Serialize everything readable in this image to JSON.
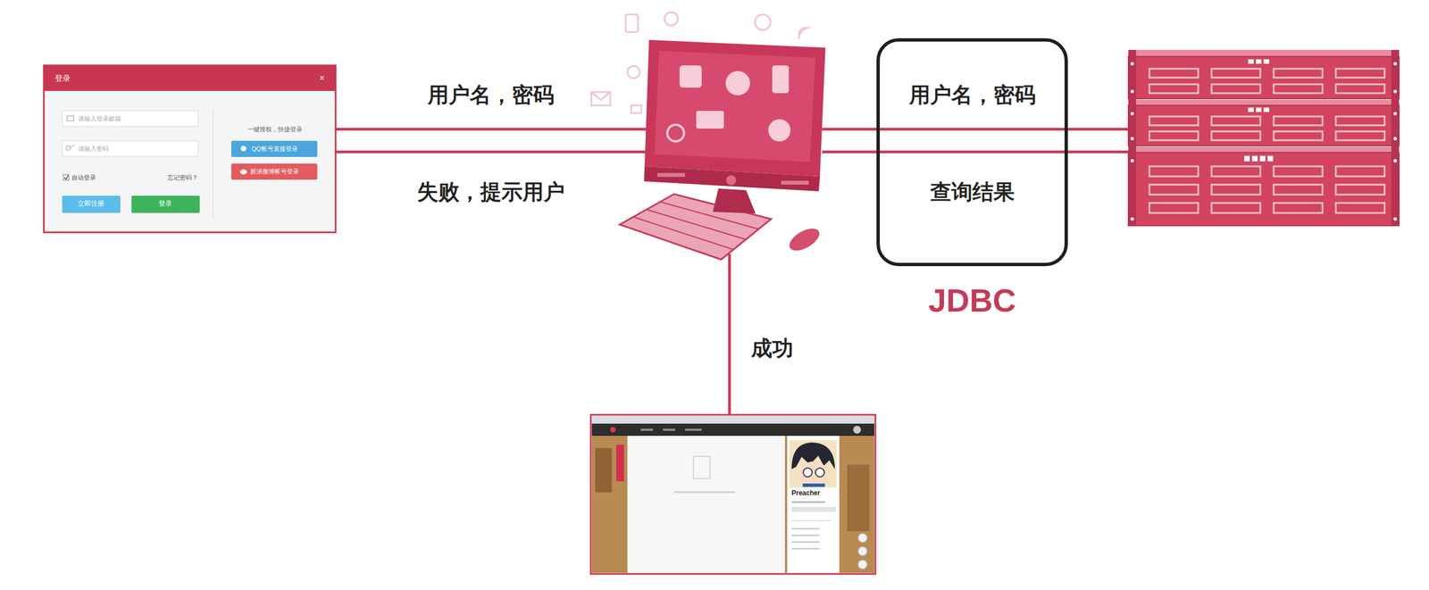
{
  "diagram": {
    "nodes": [
      {
        "text": [
          "登录",
          "×",
          "请输入登录邮箱",
          "请输入密码",
          "自动登录",
          "忘记密码？",
          "一键授权，快捷登录",
          "QQ帐号直接登录",
          "新浪微博帐号登录",
          "立即注册",
          "登录"
        ]
      },
      {
        "text": []
      },
      {
        "text": [
          "用户名，密码",
          "查询结果",
          "JDBC"
        ]
      },
      {
        "text": []
      },
      {
        "text": [
          "Preacher"
        ]
      }
    ],
    "edges": [
      {
        "from": 0,
        "to": 1,
        "label": "用户名，密码",
        "arrow": "none"
      },
      {
        "from": 1,
        "to": 0,
        "label": "失败，提示用户",
        "arrow": "none"
      },
      {
        "from": 1,
        "to": 3,
        "arrow": "none"
      },
      {
        "from": 1,
        "to": 3,
        "arrow": "none"
      },
      {
        "from": 1,
        "to": 4,
        "label": "成功",
        "arrow": "none"
      }
    ]
  }
}
